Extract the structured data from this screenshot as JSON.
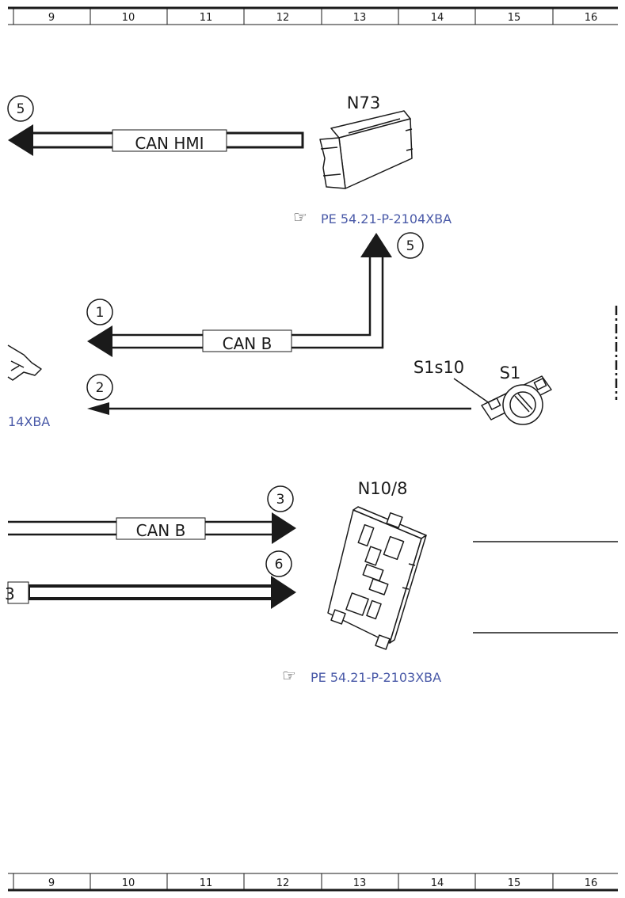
{
  "ruler": {
    "top": [
      "9",
      "10",
      "11",
      "12",
      "13",
      "14",
      "15",
      "16"
    ],
    "bottom": [
      "9",
      "10",
      "11",
      "12",
      "13",
      "14",
      "15",
      "16"
    ]
  },
  "components": {
    "n73": {
      "label": "N73",
      "ref": "PE 54.21-P-2104XBA"
    },
    "s1": {
      "label": "S1",
      "switch_label": "S1s10"
    },
    "n10_8": {
      "label": "N10/8",
      "ref": "PE 54.21-P-2103XBA"
    }
  },
  "buses": {
    "can_hmi": "CAN HMI",
    "can_b_upper": "CAN B",
    "can_b_lower": "CAN B"
  },
  "markers": {
    "m5_top": "5",
    "m5_n73": "5",
    "m1": "1",
    "m2": "2",
    "m3": "3",
    "m6": "6"
  },
  "left_edge": {
    "ref_fragment": "14XBA",
    "box_fragment": "3"
  },
  "colors": {
    "link": "#4a5aa8",
    "line": "#1a1a1a"
  }
}
